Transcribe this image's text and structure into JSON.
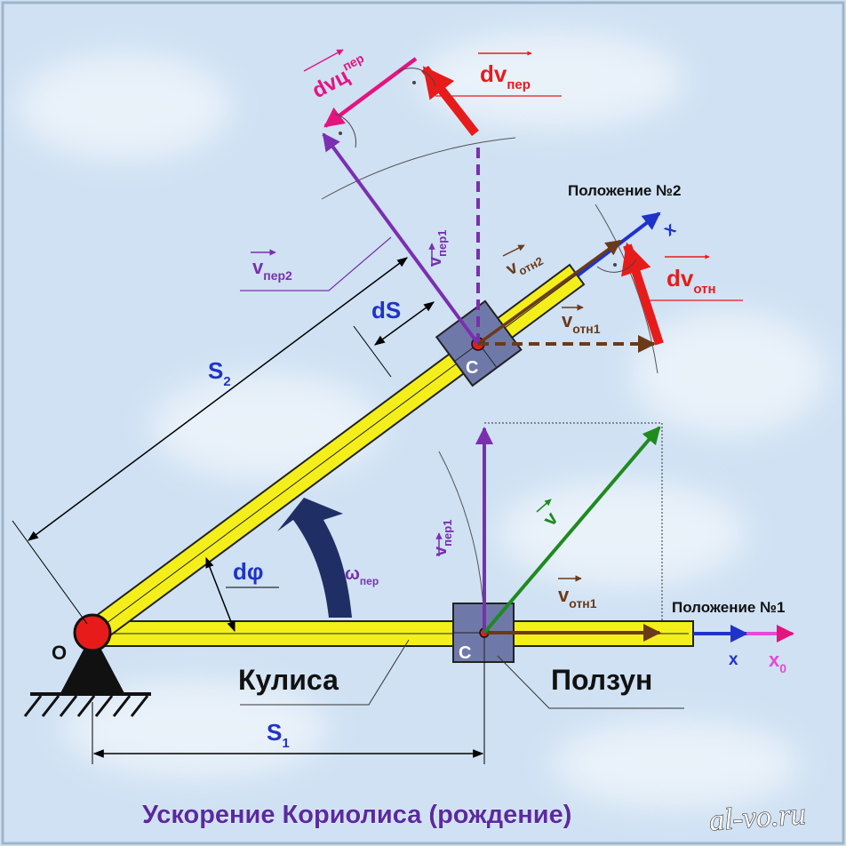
{
  "title": "Ускорение Кориолиса (рождение)",
  "watermark": "al-vo.ru",
  "labels": {
    "pos1": "Положение №1",
    "pos2": "Положение №2",
    "kulisa": "Кулиса",
    "polzun": "Ползун",
    "origin": "O",
    "slider_c1": "C",
    "slider_c2": "C",
    "s1_main": "S",
    "s1_sub": "1",
    "s2_main": "S",
    "s2_sub": "2",
    "ds": "dS",
    "dphi": "dφ",
    "omega_main": "ω",
    "omega_sub": "пер",
    "x_axis1": "x",
    "x0_main": "x",
    "x0_sub": "0",
    "x_axis2": "x",
    "v_main": "v",
    "v_per2_main": "v",
    "v_per2_sub": "пер2",
    "v_per1_upper_main": "v",
    "v_per1_upper_sub": "пер1",
    "v_per1_lower_main": "v",
    "v_per1_lower_sub": "пер1",
    "v_otn2_main": "v",
    "v_otn2_sub": "отн2",
    "v_otn1_upper_main": "v",
    "v_otn1_upper_sub": "отн1",
    "v_otn1_lower_main": "v",
    "v_otn1_lower_sub": "отн1",
    "dv_per_main": "dv",
    "dv_per_sub": "пер",
    "dv_c_per_main": "dvц",
    "dv_c_per_sub": "пер",
    "dv_otn_main": "dv",
    "dv_otn_sub": "отн"
  },
  "colors": {
    "background": "#cfe1f3",
    "rod": "#f4ef1a",
    "purple": "#7a2fb0",
    "red": "#e81b1b",
    "magenta": "#e5137f",
    "brown": "#6b3a1a",
    "green": "#1f8a1f",
    "blue": "#1f33c9",
    "black": "#000000"
  }
}
